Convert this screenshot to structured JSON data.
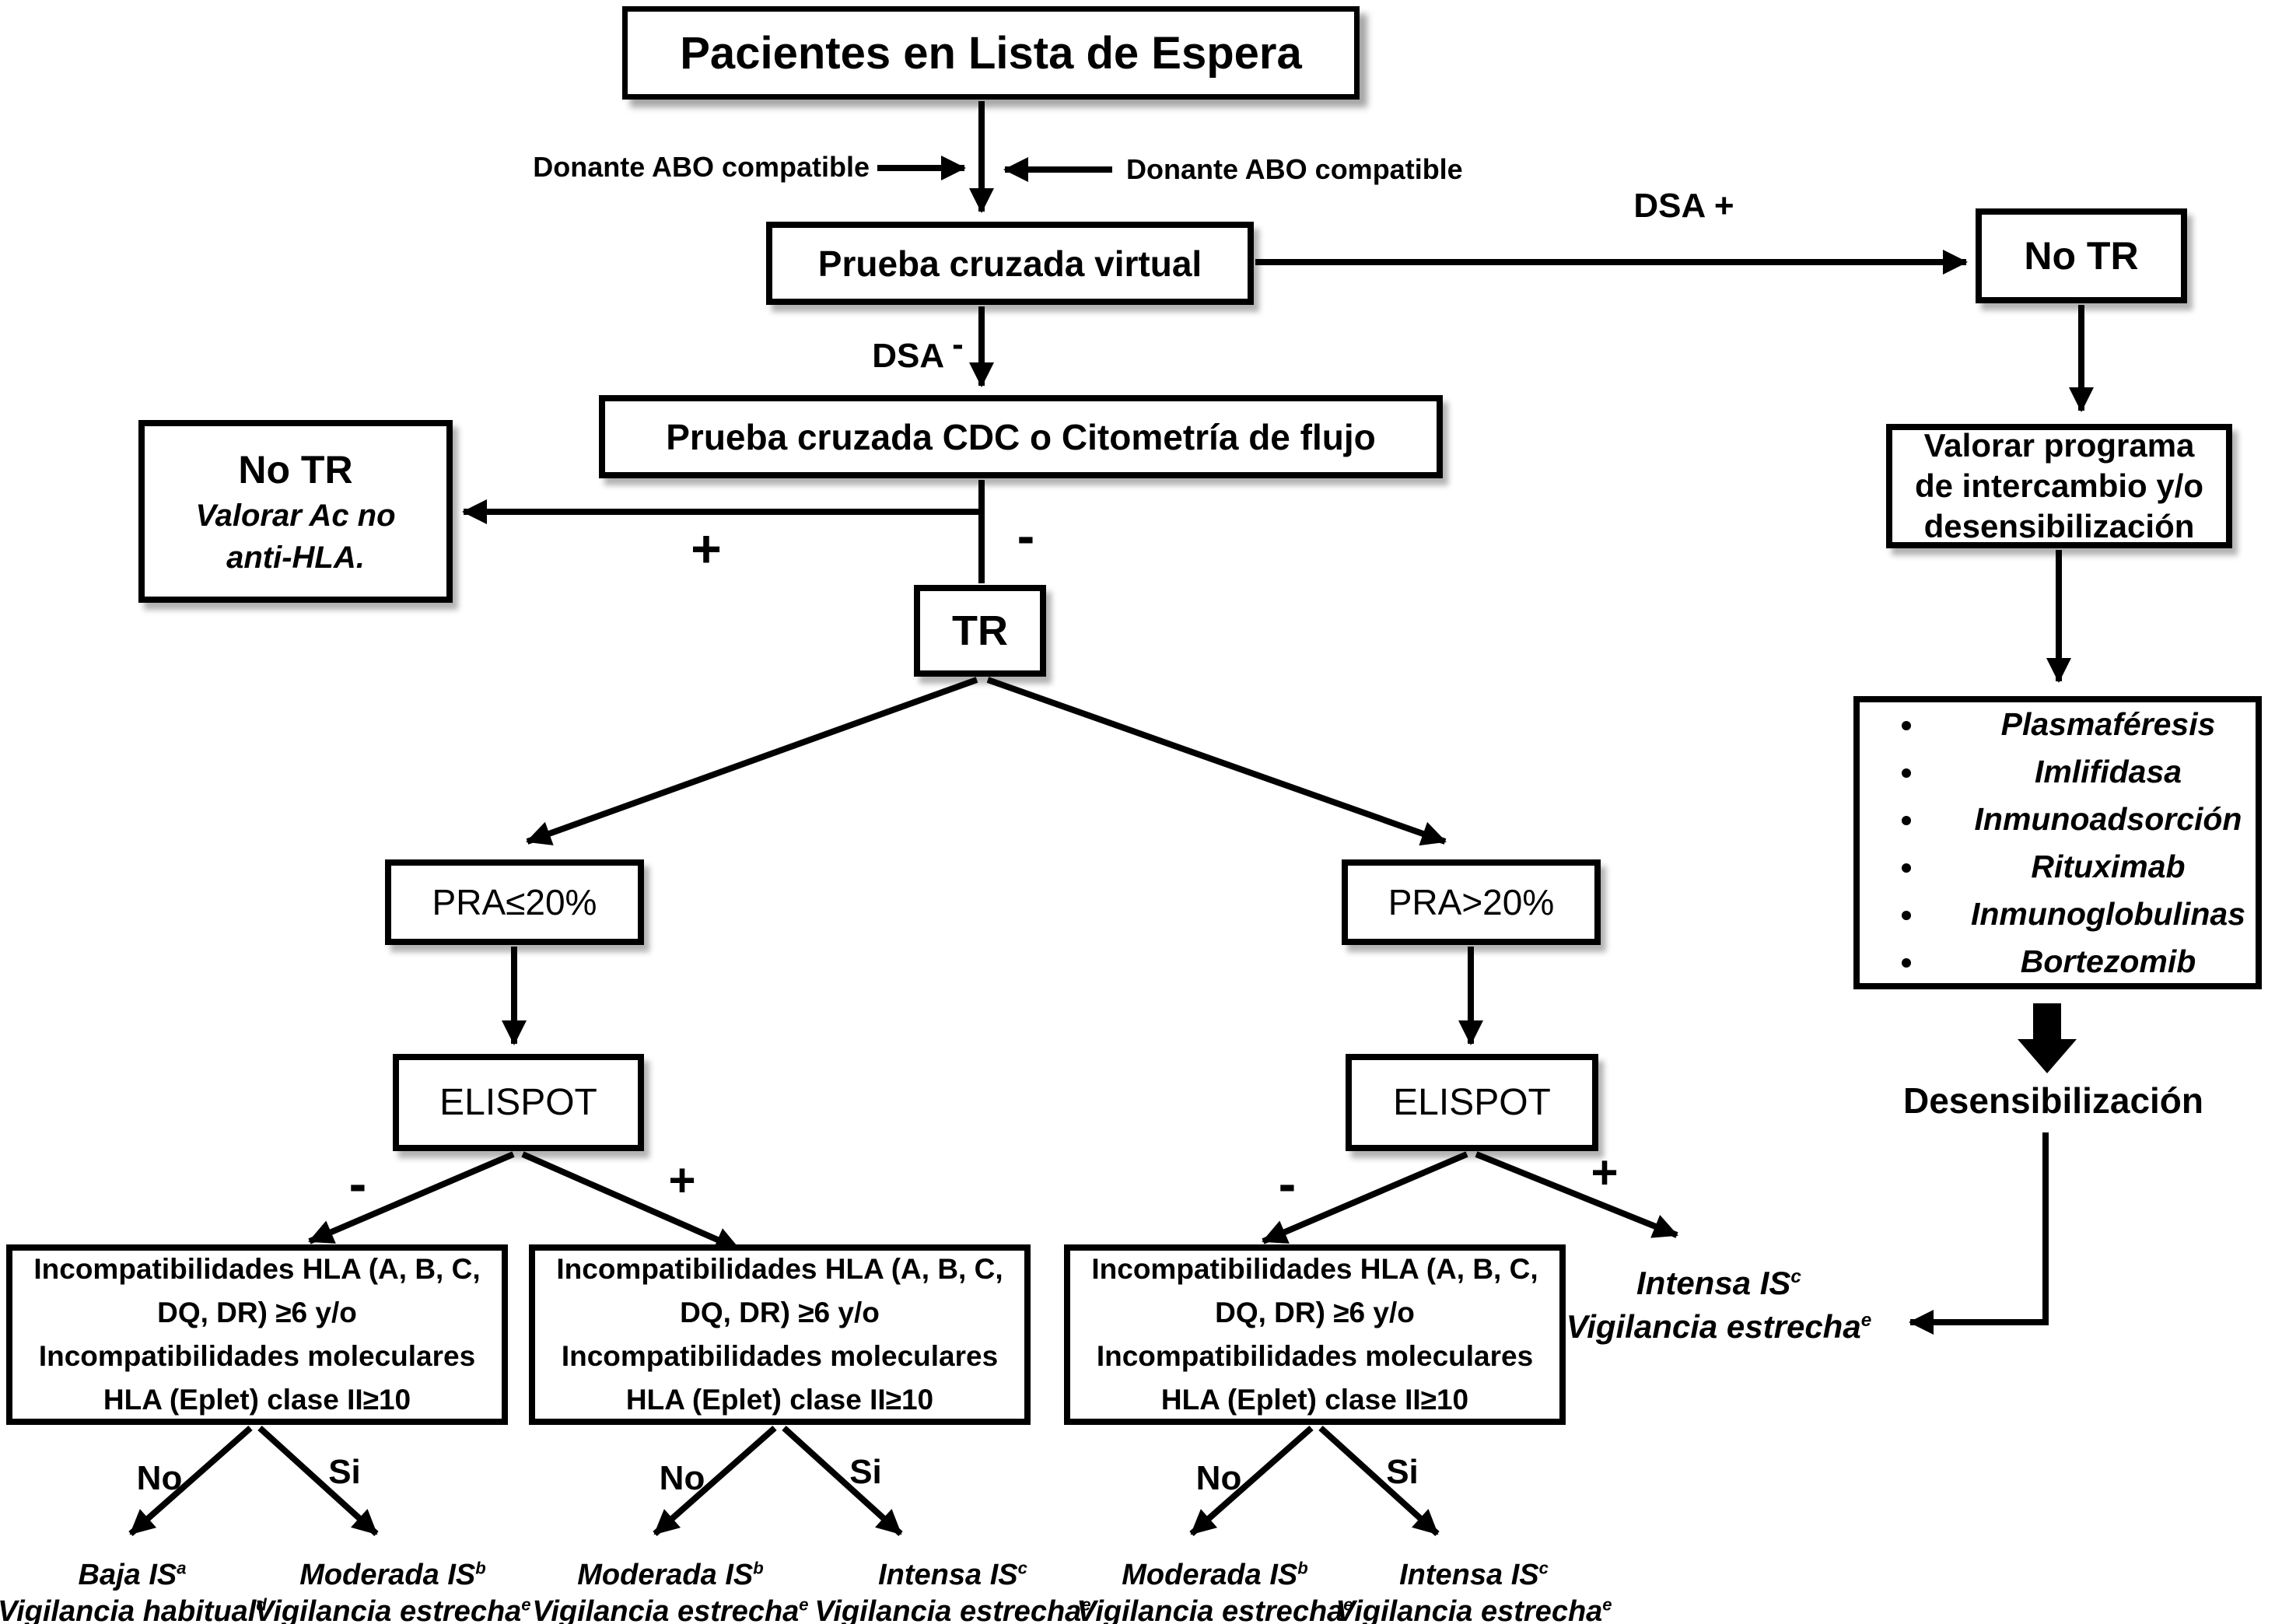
{
  "title": "Pacientes en Lista de Espera",
  "top": {
    "donor_left": "Donante ABO compatible",
    "donor_right": "Donante ABO compatible",
    "virtual_crossmatch": "Prueba cruzada virtual",
    "dsa_pos": "DSA +",
    "dsa_neg_text": "DSA",
    "dsa_neg_sign": "-",
    "no_tr": "No TR"
  },
  "middle": {
    "cdc": "Prueba cruzada CDC o Citometría de flujo",
    "plus": "+",
    "minus": "-",
    "no_tr_title": "No TR",
    "no_tr_sub": "Valorar Ac no\nanti-HLA.",
    "tr": "TR"
  },
  "branches": {
    "pra_low": "PRA≤20%",
    "pra_high": "PRA>20%",
    "elispot": "ELISPOT",
    "minus": "-",
    "plus": "+",
    "hla_criteria": "Incompatibilidades HLA (A, B, C,\nDQ, DR) ≥6 y/o\nIncompatibilidades moleculares\nHLA (Eplet) clase II≥10",
    "no": "No",
    "si": "Si"
  },
  "outcomes": {
    "baja": {
      "l1": "Baja IS",
      "s1": "a",
      "l2": "Vigilancia habitual",
      "s2": "d"
    },
    "moderada": {
      "l1": "Moderada IS",
      "s1": "b",
      "l2": "Vigilancia estrecha",
      "s2": "e"
    },
    "intensa": {
      "l1": "Intensa IS",
      "s1": "c",
      "l2": "Vigilancia estrecha",
      "s2": "e"
    }
  },
  "right": {
    "no_tr": "No TR",
    "valorar": "Valorar programa\nde intercambio y/o\ndesensibilización",
    "options": [
      "Plasmaféresis",
      "Imlifidasa",
      "Inmunoadsorción",
      "Rituximab",
      "Inmunoglobulinas",
      "Bortezomib"
    ],
    "desensibilizacion": "Desensibilización"
  },
  "colors": {
    "ink": "#000000",
    "paper": "#ffffff"
  }
}
